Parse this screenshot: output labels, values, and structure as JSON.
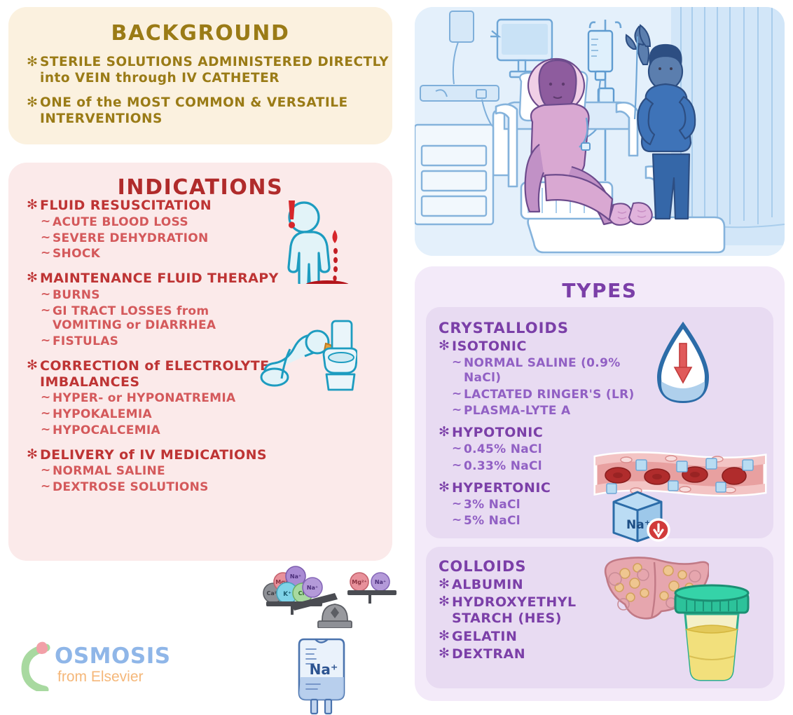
{
  "logo": {
    "wordmark": "OSMOSIS",
    "tagline": "from Elsevier",
    "colors": {
      "word": "#8FB6E8",
      "tagline": "#F5B779",
      "arc": "#A8D9A0",
      "dot": "#F2A0A8"
    }
  },
  "background": {
    "title": "BACKGROUND",
    "color": "#9A7B16",
    "bg": "#FBF1DF",
    "items": [
      "STERILE SOLUTIONS ADMINISTERED DIRECTLY into VEIN through IV CATHETER",
      "ONE of the MOST COMMON & VERSATILE INTERVENTIONS"
    ]
  },
  "indications": {
    "title": "INDICATIONS",
    "color": "#BE3434",
    "sub_color": "#D4595B",
    "bg": "#FBEAEA",
    "groups": [
      {
        "heading": "FLUID RESUSCITATION",
        "items": [
          "ACUTE BLOOD LOSS",
          "SEVERE DEHYDRATION",
          "SHOCK"
        ]
      },
      {
        "heading": "MAINTENANCE FLUID THERAPY",
        "items": [
          "BURNS",
          "GI TRACT LOSSES from VOMITING or DIARRHEA",
          "FISTULAS"
        ]
      },
      {
        "heading": "CORRECTION of ELECTROLYTE IMBALANCES",
        "items": [
          "HYPER- or HYPONATREMIA",
          "HYPOKALEMIA",
          "HYPOCALCEMIA"
        ]
      },
      {
        "heading": "DELIVERY of IV MEDICATIONS",
        "items": [
          "NORMAL SALINE",
          "DEXTROSE SOLUTIONS"
        ]
      }
    ],
    "art": {
      "bleeding_figure": "bleeding-person-icon",
      "vomiting_figure": "vomiting-person-icon",
      "balance_scale": "electrolyte-balance-scale-icon",
      "iv_bag": "iv-bag-icon",
      "iv_bag_label": "Na+",
      "scale_ions_left": [
        "Ca²⁺",
        "Mg²⁺",
        "Na⁺",
        "K⁺",
        "Cl⁻",
        "Na⁺"
      ],
      "scale_ions_right": [
        "Mg²⁺",
        "Na⁺"
      ]
    }
  },
  "illustration": {
    "name": "hospital-patient-iv-scene",
    "bg": "#E4F0FB",
    "alt": "Patient in hospital bed receiving IV fluid therapy while a nurse in blue scrubs checks the IV line"
  },
  "types": {
    "title": "TYPES",
    "color": "#7B3FA8",
    "sub_color": "#9160C4",
    "bg": "#F3EAF9",
    "card_bg": "#E8DBF2",
    "categories": [
      {
        "name": "CRYSTALLOIDS",
        "groups": [
          {
            "heading": "ISOTONIC",
            "items": [
              "NORMAL SALINE (0.9% NaCl)",
              "LACTATED RINGER'S (LR)",
              "PLASMA-LYTE A"
            ]
          },
          {
            "heading": "HYPOTONIC",
            "items": [
              "0.45% NaCl",
              "0.33% NaCl"
            ]
          },
          {
            "heading": "HYPERTONIC",
            "items": [
              "3% NaCl",
              "5% NaCl"
            ]
          }
        ],
        "art": {
          "droplet": "fluid-droplet-down-arrow-icon",
          "vessel": "blood-vessel-rbc-icon",
          "salt_cube": "sodium-cube-down-arrow-icon",
          "salt_cube_label": "Na+"
        }
      },
      {
        "name": "COLLOIDS",
        "groups": [
          {
            "heading": "ALBUMIN",
            "items": []
          },
          {
            "heading": "HYDROXYETHYL STARCH (HES)",
            "items": []
          },
          {
            "heading": "GELATIN",
            "items": []
          },
          {
            "heading": "DEXTRAN",
            "items": []
          }
        ],
        "art": {
          "liver": "liver-icon",
          "urine_cup": "urine-sample-cup-icon"
        }
      }
    ]
  }
}
